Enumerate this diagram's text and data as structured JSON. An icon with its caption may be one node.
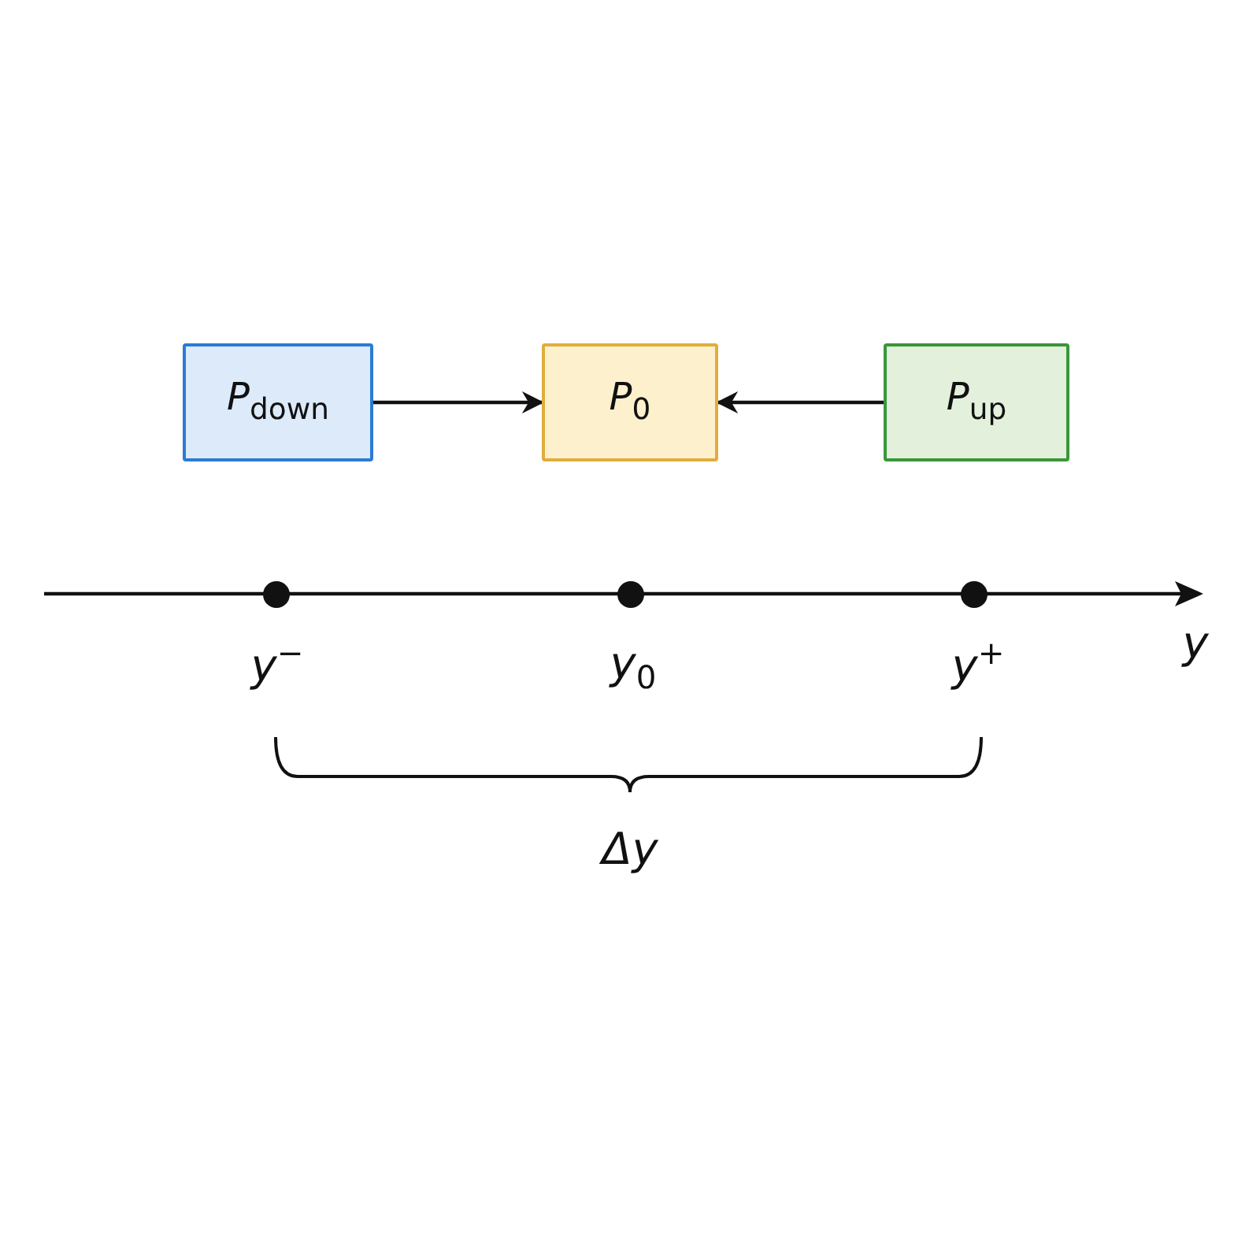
{
  "diagram": {
    "nodes": [
      {
        "text": [
          "*P*$_{down}$"
        ]
      },
      {
        "text": [
          "*P*$_{0}$"
        ]
      },
      {
        "text": [
          "*P*$_{up}$"
        ]
      }
    ],
    "edges": [
      {
        "from": 0,
        "to": 1,
        "arrow": "to"
      },
      {
        "from": 2,
        "to": 1,
        "arrow": "to"
      }
    ],
    "labels": [
      "*y*$^{−}$",
      "*y*$_{0}$",
      "*y*$^{+}$",
      "y",
      "Δy"
    ]
  }
}
